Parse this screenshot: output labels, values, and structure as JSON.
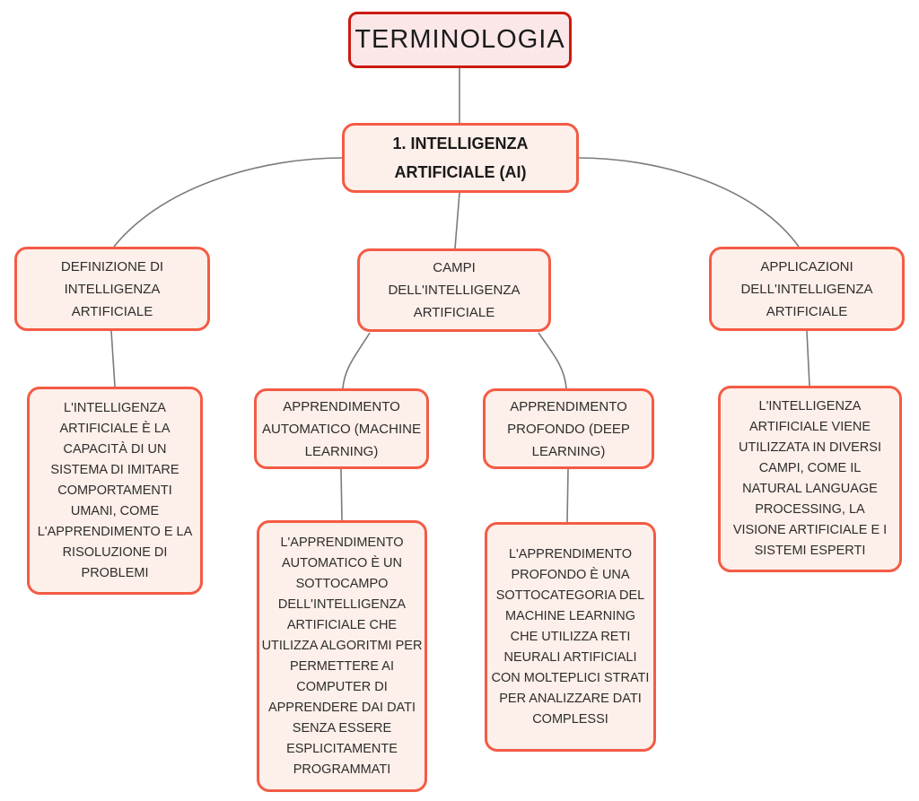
{
  "diagram": {
    "title": "TERMINOLOGIA",
    "nodes": {
      "root": {
        "lines": [
          "1. INTELLIGENZA",
          "ARTIFICIALE (AI)"
        ]
      },
      "definizione": {
        "lines": [
          "DEFINIZIONE DI",
          "INTELLIGENZA",
          "ARTIFICIALE"
        ]
      },
      "campi": {
        "lines": [
          "CAMPI",
          "DELL'INTELLIGENZA",
          "ARTIFICIALE"
        ]
      },
      "applicazioni": {
        "lines": [
          "APPLICAZIONI",
          "DELL'INTELLIGENZA",
          "ARTIFICIALE"
        ]
      },
      "definizione_detail": {
        "lines": [
          "L'INTELLIGENZA",
          "ARTIFICIALE È LA",
          "CAPACITÀ DI UN",
          "SISTEMA DI IMITARE",
          "COMPORTAMENTI",
          "UMANI, COME",
          "L'APPRENDIMENTO E LA",
          "RISOLUZIONE DI",
          "PROBLEMI"
        ]
      },
      "machine_learning": {
        "lines": [
          "APPRENDIMENTO",
          "AUTOMATICO (MACHINE",
          "LEARNING)"
        ]
      },
      "deep_learning": {
        "lines": [
          "APPRENDIMENTO",
          "PROFONDO (DEEP",
          "LEARNING)"
        ]
      },
      "machine_learning_detail": {
        "lines": [
          "L'APPRENDIMENTO",
          "AUTOMATICO È UN",
          "SOTTOCAMPO",
          "DELL'INTELLIGENZA",
          "ARTIFICIALE CHE",
          "UTILIZZA ALGORITMI PER",
          "PERMETTERE AI",
          "COMPUTER DI",
          "APPRENDERE DAI DATI",
          "SENZA ESSERE",
          "ESPLICITAMENTE",
          "PROGRAMMATI"
        ]
      },
      "deep_learning_detail": {
        "lines": [
          "L'APPRENDIMENTO",
          "PROFONDO È UNA",
          "SOTTOCATEGORIA DEL",
          "MACHINE LEARNING",
          "CHE UTILIZZA RETI",
          "NEURALI ARTIFICIALI",
          "CON MOLTEPLICI STRATI",
          "PER ANALIZZARE DATI",
          "COMPLESSI"
        ]
      },
      "applicazioni_detail": {
        "lines": [
          "L'INTELLIGENZA",
          "ARTIFICIALE VIENE",
          "UTILIZZATA IN DIVERSI",
          "CAMPI, COME IL",
          "NATURAL LANGUAGE",
          "PROCESSING, LA",
          "VISIONE ARTIFICIALE E I",
          "SISTEMI ESPERTI"
        ]
      }
    },
    "colors_note": "title node red-bordered, child nodes coral-bordered, pink fills, gray connectors"
  },
  "colors": {
    "title_border": "#cb1a12",
    "title_fill": "#fbe7e8",
    "node_border": "#f45b45",
    "node_fill": "#fdefe9",
    "connector": "#7b7b7b",
    "text": "#2d2d2d"
  }
}
